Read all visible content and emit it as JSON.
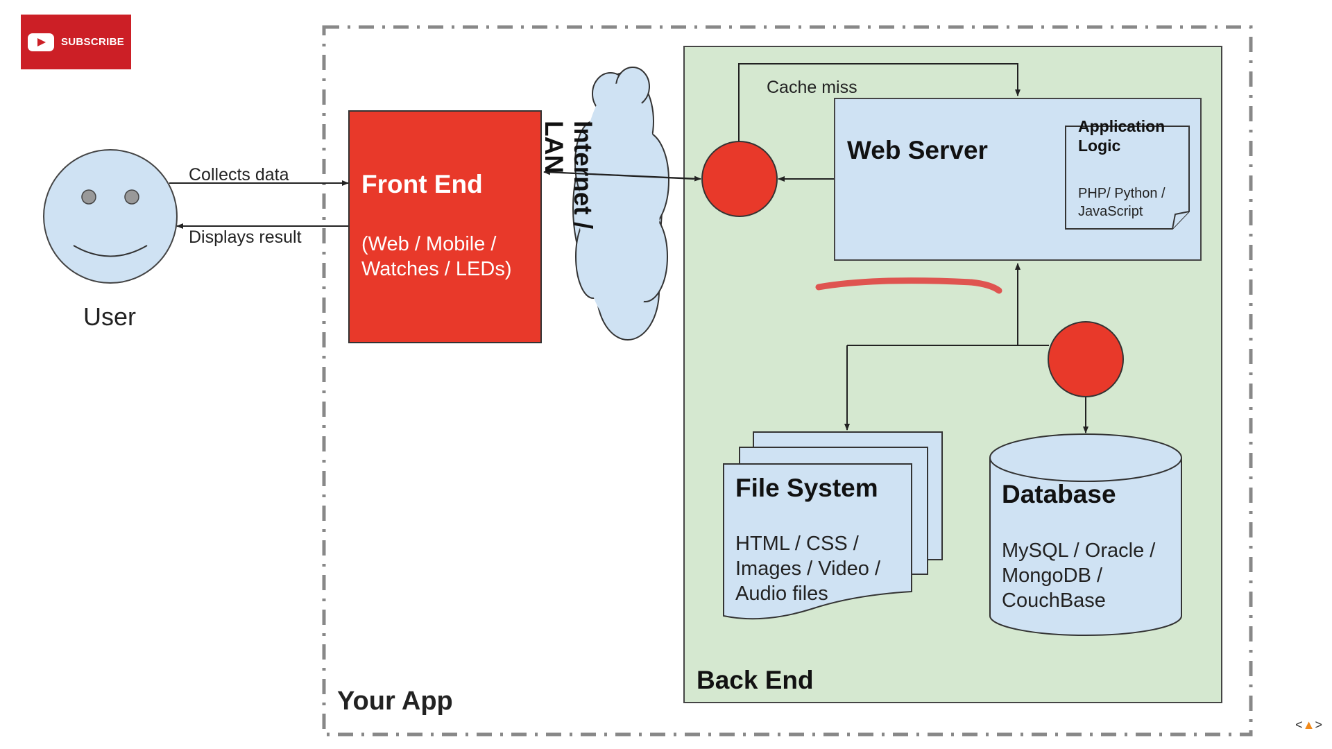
{
  "subscribe": {
    "label": "SUBSCRIBE",
    "icon": "youtube-play-icon",
    "color": "#cc1f26"
  },
  "user": {
    "label": "User"
  },
  "arrows": {
    "collects": "Collects data",
    "displays": "Displays result",
    "cache_miss": "Cache miss"
  },
  "app": {
    "label": "Your App"
  },
  "frontend": {
    "title": "Front End",
    "subtitle_line1": "(Web / Mobile /",
    "subtitle_line2": "Watches / LEDs)",
    "color": "#e8392a"
  },
  "network": {
    "line1": "Internet /",
    "line2": "LAN"
  },
  "backend": {
    "label": "Back End",
    "color": "#d5e8d0"
  },
  "webserver": {
    "title": "Web Server"
  },
  "applogic": {
    "title_line1": "Application",
    "title_line2": "Logic",
    "body_line1": "PHP/ Python /",
    "body_line2": "JavaScript"
  },
  "filesystem": {
    "title": "File System",
    "line1": "HTML / CSS /",
    "line2": "Images / Video /",
    "line3": "Audio files"
  },
  "database": {
    "title": "Database",
    "line1": "MySQL / Oracle /",
    "line2": "MongoDB /",
    "line3": "CouchBase"
  },
  "watermark": {
    "icon": "flame-icon",
    "left": "<",
    "right": ">"
  },
  "colors": {
    "node_fill": "#e8392a",
    "box_fill": "#cfe2f3",
    "border": "#555555"
  }
}
